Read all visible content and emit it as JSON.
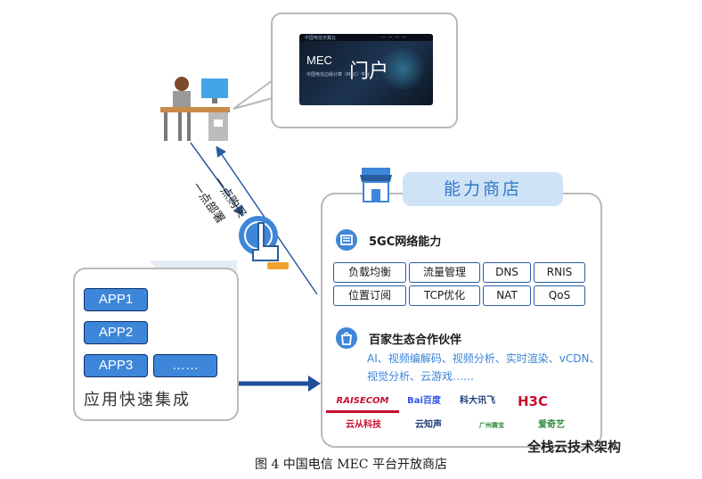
{
  "portal": {
    "logo_text": "中国电信天翼云",
    "mec_label": "MEC",
    "title": "门户",
    "subtitle": "中国电信边缘计算（MEC）平台"
  },
  "arrows": {
    "buy_label": "一点购买",
    "deploy_label": "一点部署"
  },
  "store": {
    "title": "能力商店",
    "network_section": {
      "title": "5GC网络能力",
      "capabilities": [
        [
          "负载均衡",
          "流量管理",
          "DNS",
          "RNIS"
        ],
        [
          "位置订阅",
          "TCP优化",
          "NAT",
          "QoS"
        ]
      ]
    },
    "partner_section": {
      "title": "百家生态合作伙伴",
      "desc_line1": "AI、视频编解码、视频分析、实时渲染、vCDN、",
      "desc_line2": "视觉分析、云游戏……",
      "logos": [
        "RAISECOM",
        "Bai百度",
        "科大讯飞",
        "H3C",
        "云从科技",
        "云知声",
        "广州赛宝",
        "爱奇艺"
      ]
    }
  },
  "apps": {
    "items": [
      "APP1",
      "APP2",
      "APP3",
      "……"
    ],
    "caption": "应用快速集成"
  },
  "figure_caption": "图 4  中国电信 MEC 平台开放商店",
  "watermark": "全栈云技术架构",
  "colors": {
    "accent_blue": "#3e86d9",
    "title_blue": "#2f78c6",
    "panel_border": "#b9b9b9",
    "cell_border": "#2b5d9e"
  }
}
